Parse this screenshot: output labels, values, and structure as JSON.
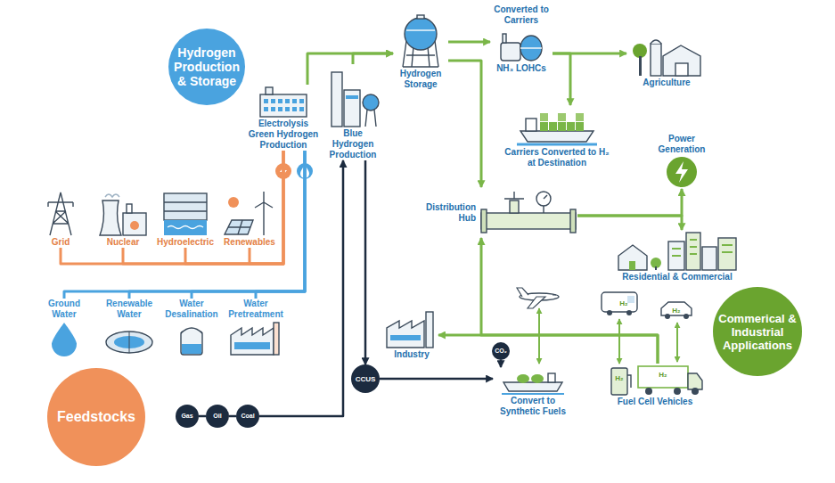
{
  "diagram": {
    "nodes": [
      {
        "text": [
          "Hydrogen Production & Storage"
        ]
      },
      {
        "text": [
          "Electrolysis Green Hydrogen Production"
        ]
      },
      {
        "text": [
          "Blue Hydrogen Production"
        ]
      },
      {
        "text": [
          "Hydrogen Storage"
        ]
      },
      {
        "text": [
          "Converted to Carriers",
          "NH₃ LOHCs"
        ]
      },
      {
        "text": [
          "Agriculture"
        ]
      },
      {
        "text": [
          "Carriers Converted to H₂ at Destination"
        ]
      },
      {
        "text": [
          "Power Generation"
        ]
      },
      {
        "text": [
          "Distribution Hub"
        ]
      },
      {
        "text": [
          "Residential & Commercial"
        ]
      },
      {
        "text": [
          "Grid"
        ]
      },
      {
        "text": [
          "Nuclear"
        ]
      },
      {
        "text": [
          "Hydroelectric"
        ]
      },
      {
        "text": [
          "Renewables"
        ]
      },
      {
        "text": [
          "Ground Water"
        ]
      },
      {
        "text": [
          "Renewable Water"
        ]
      },
      {
        "text": [
          "Water Desalination"
        ]
      },
      {
        "text": [
          "Water Pretreatment"
        ]
      },
      {
        "text": [
          "Industry"
        ]
      },
      {
        "text": [
          "CCUS"
        ]
      },
      {
        "text": [
          "CO₂"
        ]
      },
      {
        "text": [
          "Convert to Synthetic Fuels"
        ]
      },
      {
        "text": [
          "Fuel Cell Vehicles"
        ]
      },
      {
        "text": [
          "Commerical & Industrial Applications"
        ]
      },
      {
        "text": [
          "Feedstocks"
        ]
      },
      {
        "text": [
          "Gas"
        ]
      },
      {
        "text": [
          "Oil"
        ]
      },
      {
        "text": [
          "Coal"
        ]
      }
    ],
    "edges": [
      {
        "from": 1,
        "to": 3,
        "arrow": "to"
      },
      {
        "from": 2,
        "to": 3,
        "arrow": "to"
      },
      {
        "from": 3,
        "to": 4,
        "arrow": "to"
      },
      {
        "from": 3,
        "to": 8,
        "arrow": "to"
      },
      {
        "from": 4,
        "to": 5,
        "arrow": "to"
      },
      {
        "from": 4,
        "to": 6,
        "arrow": "to"
      },
      {
        "from": 8,
        "to": 7,
        "arrow": "to"
      },
      {
        "from": 8,
        "to": 9,
        "arrow": "to"
      },
      {
        "from": 10,
        "to": 1,
        "arrow": "none"
      },
      {
        "from": 11,
        "to": 1,
        "arrow": "none"
      },
      {
        "from": 12,
        "to": 1,
        "arrow": "none"
      },
      {
        "from": 13,
        "to": 1,
        "arrow": "none"
      },
      {
        "from": 14,
        "to": 1,
        "arrow": "none"
      },
      {
        "from": 15,
        "to": 1,
        "arrow": "none"
      },
      {
        "from": 16,
        "to": 1,
        "arrow": "none"
      },
      {
        "from": 17,
        "to": 1,
        "arrow": "none"
      },
      {
        "from": 25,
        "to": 26,
        "arrow": "none"
      },
      {
        "from": 26,
        "to": 27,
        "arrow": "none"
      },
      {
        "from": 27,
        "to": 2,
        "arrow": "to"
      },
      {
        "from": 2,
        "to": 19,
        "arrow": "to"
      },
      {
        "from": 19,
        "to": 21,
        "arrow": "to"
      },
      {
        "from": 20,
        "to": 21,
        "arrow": "to"
      },
      {
        "from": 22,
        "to": 18,
        "arrow": "to"
      },
      {
        "from": 22,
        "to": 8,
        "arrow": "to"
      }
    ],
    "labels": [
      "H₂",
      "H₂",
      "H₂",
      "H₂"
    ]
  }
}
